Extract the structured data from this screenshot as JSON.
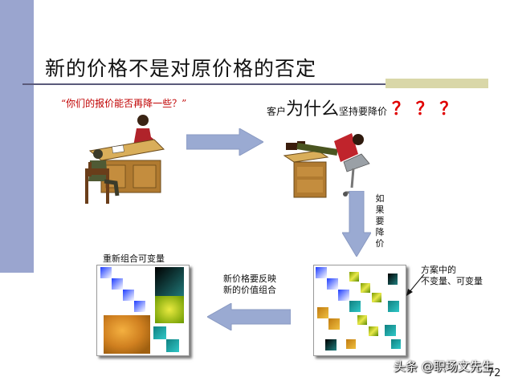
{
  "slide": {
    "title": "新的价格不是对原价格的否定",
    "quote": "“你们的报价能否再降一些？”",
    "why_small_1": "客户",
    "why_large": "为什么",
    "why_small_2": "坚持要降价",
    "why_marks": "？ ？ ？",
    "vertical_label": "如果要降价",
    "reflect_label_1": "新价格要反映",
    "reflect_label_2": "新的价值组合",
    "recombine_label": "重新组合可变量",
    "scheme_label_1": "方案中的",
    "scheme_label_2": "不变量、可变量",
    "page_number": "72"
  },
  "watermark": "头条 @职场文先生",
  "colors": {
    "sidebar": "#9aa5cf",
    "arrow": "#9aaad2",
    "quote": "#c00000",
    "question_marks": "#e00000",
    "tan_bar": "#d9d7a8"
  }
}
